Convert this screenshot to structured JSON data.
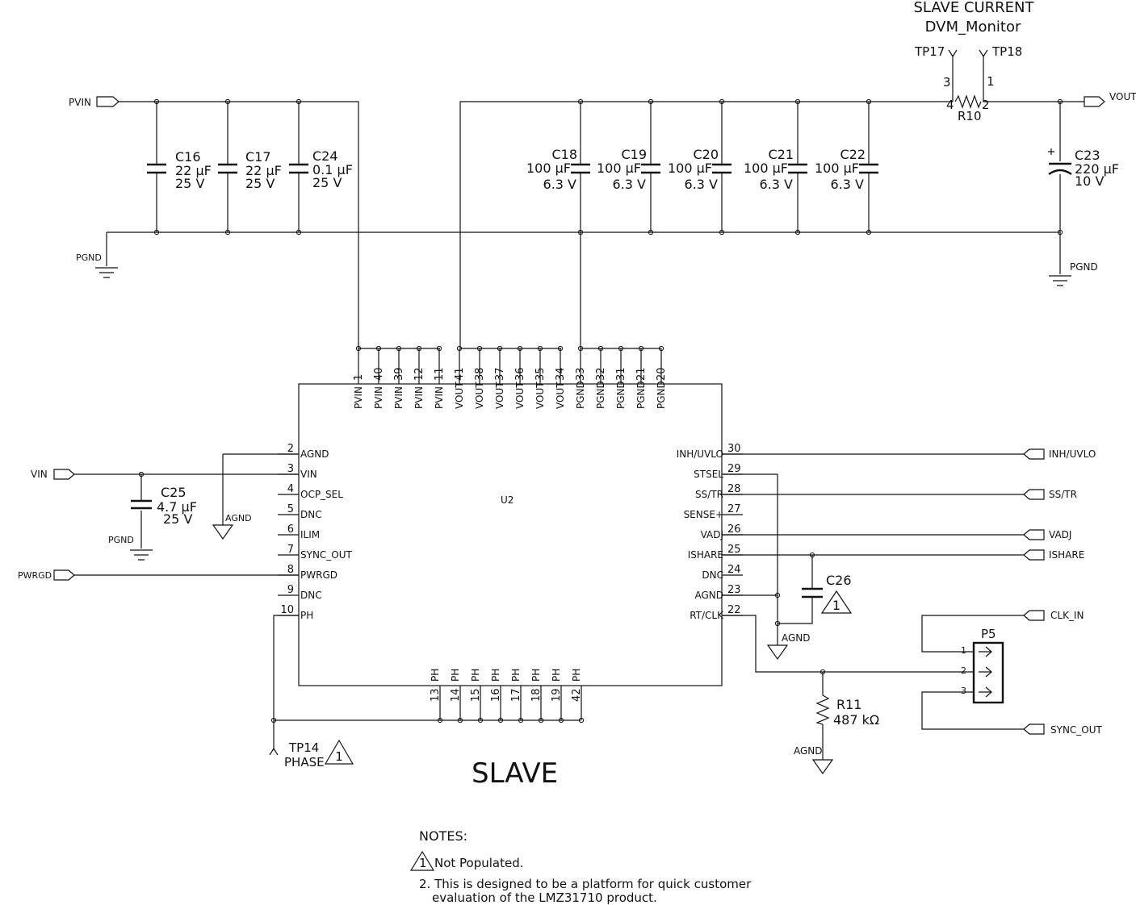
{
  "title": "SLAVE",
  "test_point_header": {
    "line1": "SLAVE CURRENT",
    "line2": "DVM_Monitor"
  },
  "notes": {
    "heading": "NOTES:",
    "note1_num": "1",
    "note1": "Not Populated.",
    "note2_line1": "2. This is designed to be a platform for quick customer",
    "note2_line2": "evaluation of the LMZ31710 product."
  },
  "nets": {
    "pvin": "PVIN",
    "vout": "VOUT",
    "vin": "VIN",
    "pwrgd": "PWRGD",
    "pgnd": "PGND",
    "agnd": "AGND",
    "inh_uvlo": "INH/UVLO",
    "ss_tr": "SS/TR",
    "vadj": "VADJ",
    "ishare": "ISHARE",
    "clk_in": "CLK_IN",
    "sync_out": "SYNC_OUT"
  },
  "caps": {
    "c16": {
      "ref": "C16",
      "value": "22 µF",
      "voltage": "25 V"
    },
    "c17": {
      "ref": "C17",
      "value": "22 µF",
      "voltage": "25 V"
    },
    "c24": {
      "ref": "C24",
      "value": "0.1 µF",
      "voltage": "25 V"
    },
    "c18": {
      "ref": "C18",
      "value": "100 µF",
      "voltage": "6.3 V"
    },
    "c19": {
      "ref": "C19",
      "value": "100 µF",
      "voltage": "6.3 V"
    },
    "c20": {
      "ref": "C20",
      "value": "100 µF",
      "voltage": "6.3 V"
    },
    "c21": {
      "ref": "C21",
      "value": "100 µF",
      "voltage": "6.3 V"
    },
    "c22": {
      "ref": "C22",
      "value": "100 µF",
      "voltage": "6.3 V"
    },
    "c23": {
      "ref": "C23",
      "value": "220 µF",
      "voltage": "10 V"
    },
    "c25": {
      "ref": "C25",
      "value": "4.7 µF",
      "voltage": "25 V"
    },
    "c26": {
      "ref": "C26",
      "note": "1"
    }
  },
  "resistors": {
    "r10": {
      "ref": "R10",
      "pin_a": "4",
      "pin_b": "2",
      "pin_c": "3",
      "pin_d": "1"
    },
    "r11": {
      "ref": "R11",
      "value": "487 kΩ"
    }
  },
  "testpoints": {
    "tp17": "TP17",
    "tp18": "TP18",
    "tp14": "TP14",
    "tp14_label": "PHASE",
    "tp14_note": "1"
  },
  "connector": {
    "ref": "P5",
    "pins": [
      "1",
      "2",
      "3"
    ]
  },
  "ic": {
    "ref": "U2",
    "top_pins": [
      {
        "num": "1",
        "name": "PVIN"
      },
      {
        "num": "40",
        "name": "PVIN"
      },
      {
        "num": "39",
        "name": "PVIN"
      },
      {
        "num": "12",
        "name": "PVIN"
      },
      {
        "num": "11",
        "name": "PVIN"
      },
      {
        "num": "41",
        "name": "VOUT"
      },
      {
        "num": "38",
        "name": "VOUT"
      },
      {
        "num": "37",
        "name": "VOUT"
      },
      {
        "num": "36",
        "name": "VOUT"
      },
      {
        "num": "35",
        "name": "VOUT"
      },
      {
        "num": "34",
        "name": "VOUT"
      },
      {
        "num": "33",
        "name": "PGND"
      },
      {
        "num": "32",
        "name": "PGND"
      },
      {
        "num": "31",
        "name": "PGND"
      },
      {
        "num": "21",
        "name": "PGND"
      },
      {
        "num": "20",
        "name": "PGND"
      }
    ],
    "left_pins": [
      {
        "num": "2",
        "name": "AGND"
      },
      {
        "num": "3",
        "name": "VIN"
      },
      {
        "num": "4",
        "name": "OCP_SEL"
      },
      {
        "num": "5",
        "name": "DNC"
      },
      {
        "num": "6",
        "name": "ILIM"
      },
      {
        "num": "7",
        "name": "SYNC_OUT"
      },
      {
        "num": "8",
        "name": "PWRGD"
      },
      {
        "num": "9",
        "name": "DNC"
      },
      {
        "num": "10",
        "name": "PH"
      }
    ],
    "right_pins": [
      {
        "num": "30",
        "name": "INH/UVLO"
      },
      {
        "num": "29",
        "name": "STSEL"
      },
      {
        "num": "28",
        "name": "SS/TR"
      },
      {
        "num": "27",
        "name": "SENSE+"
      },
      {
        "num": "26",
        "name": "VADJ"
      },
      {
        "num": "25",
        "name": "ISHARE"
      },
      {
        "num": "24",
        "name": "DNC"
      },
      {
        "num": "23",
        "name": "AGND"
      },
      {
        "num": "22",
        "name": "RT/CLK"
      }
    ],
    "bottom_pins": [
      {
        "num": "13",
        "name": "PH"
      },
      {
        "num": "14",
        "name": "PH"
      },
      {
        "num": "15",
        "name": "PH"
      },
      {
        "num": "16",
        "name": "PH"
      },
      {
        "num": "17",
        "name": "PH"
      },
      {
        "num": "18",
        "name": "PH"
      },
      {
        "num": "19",
        "name": "PH"
      },
      {
        "num": "42",
        "name": "PH"
      }
    ]
  }
}
